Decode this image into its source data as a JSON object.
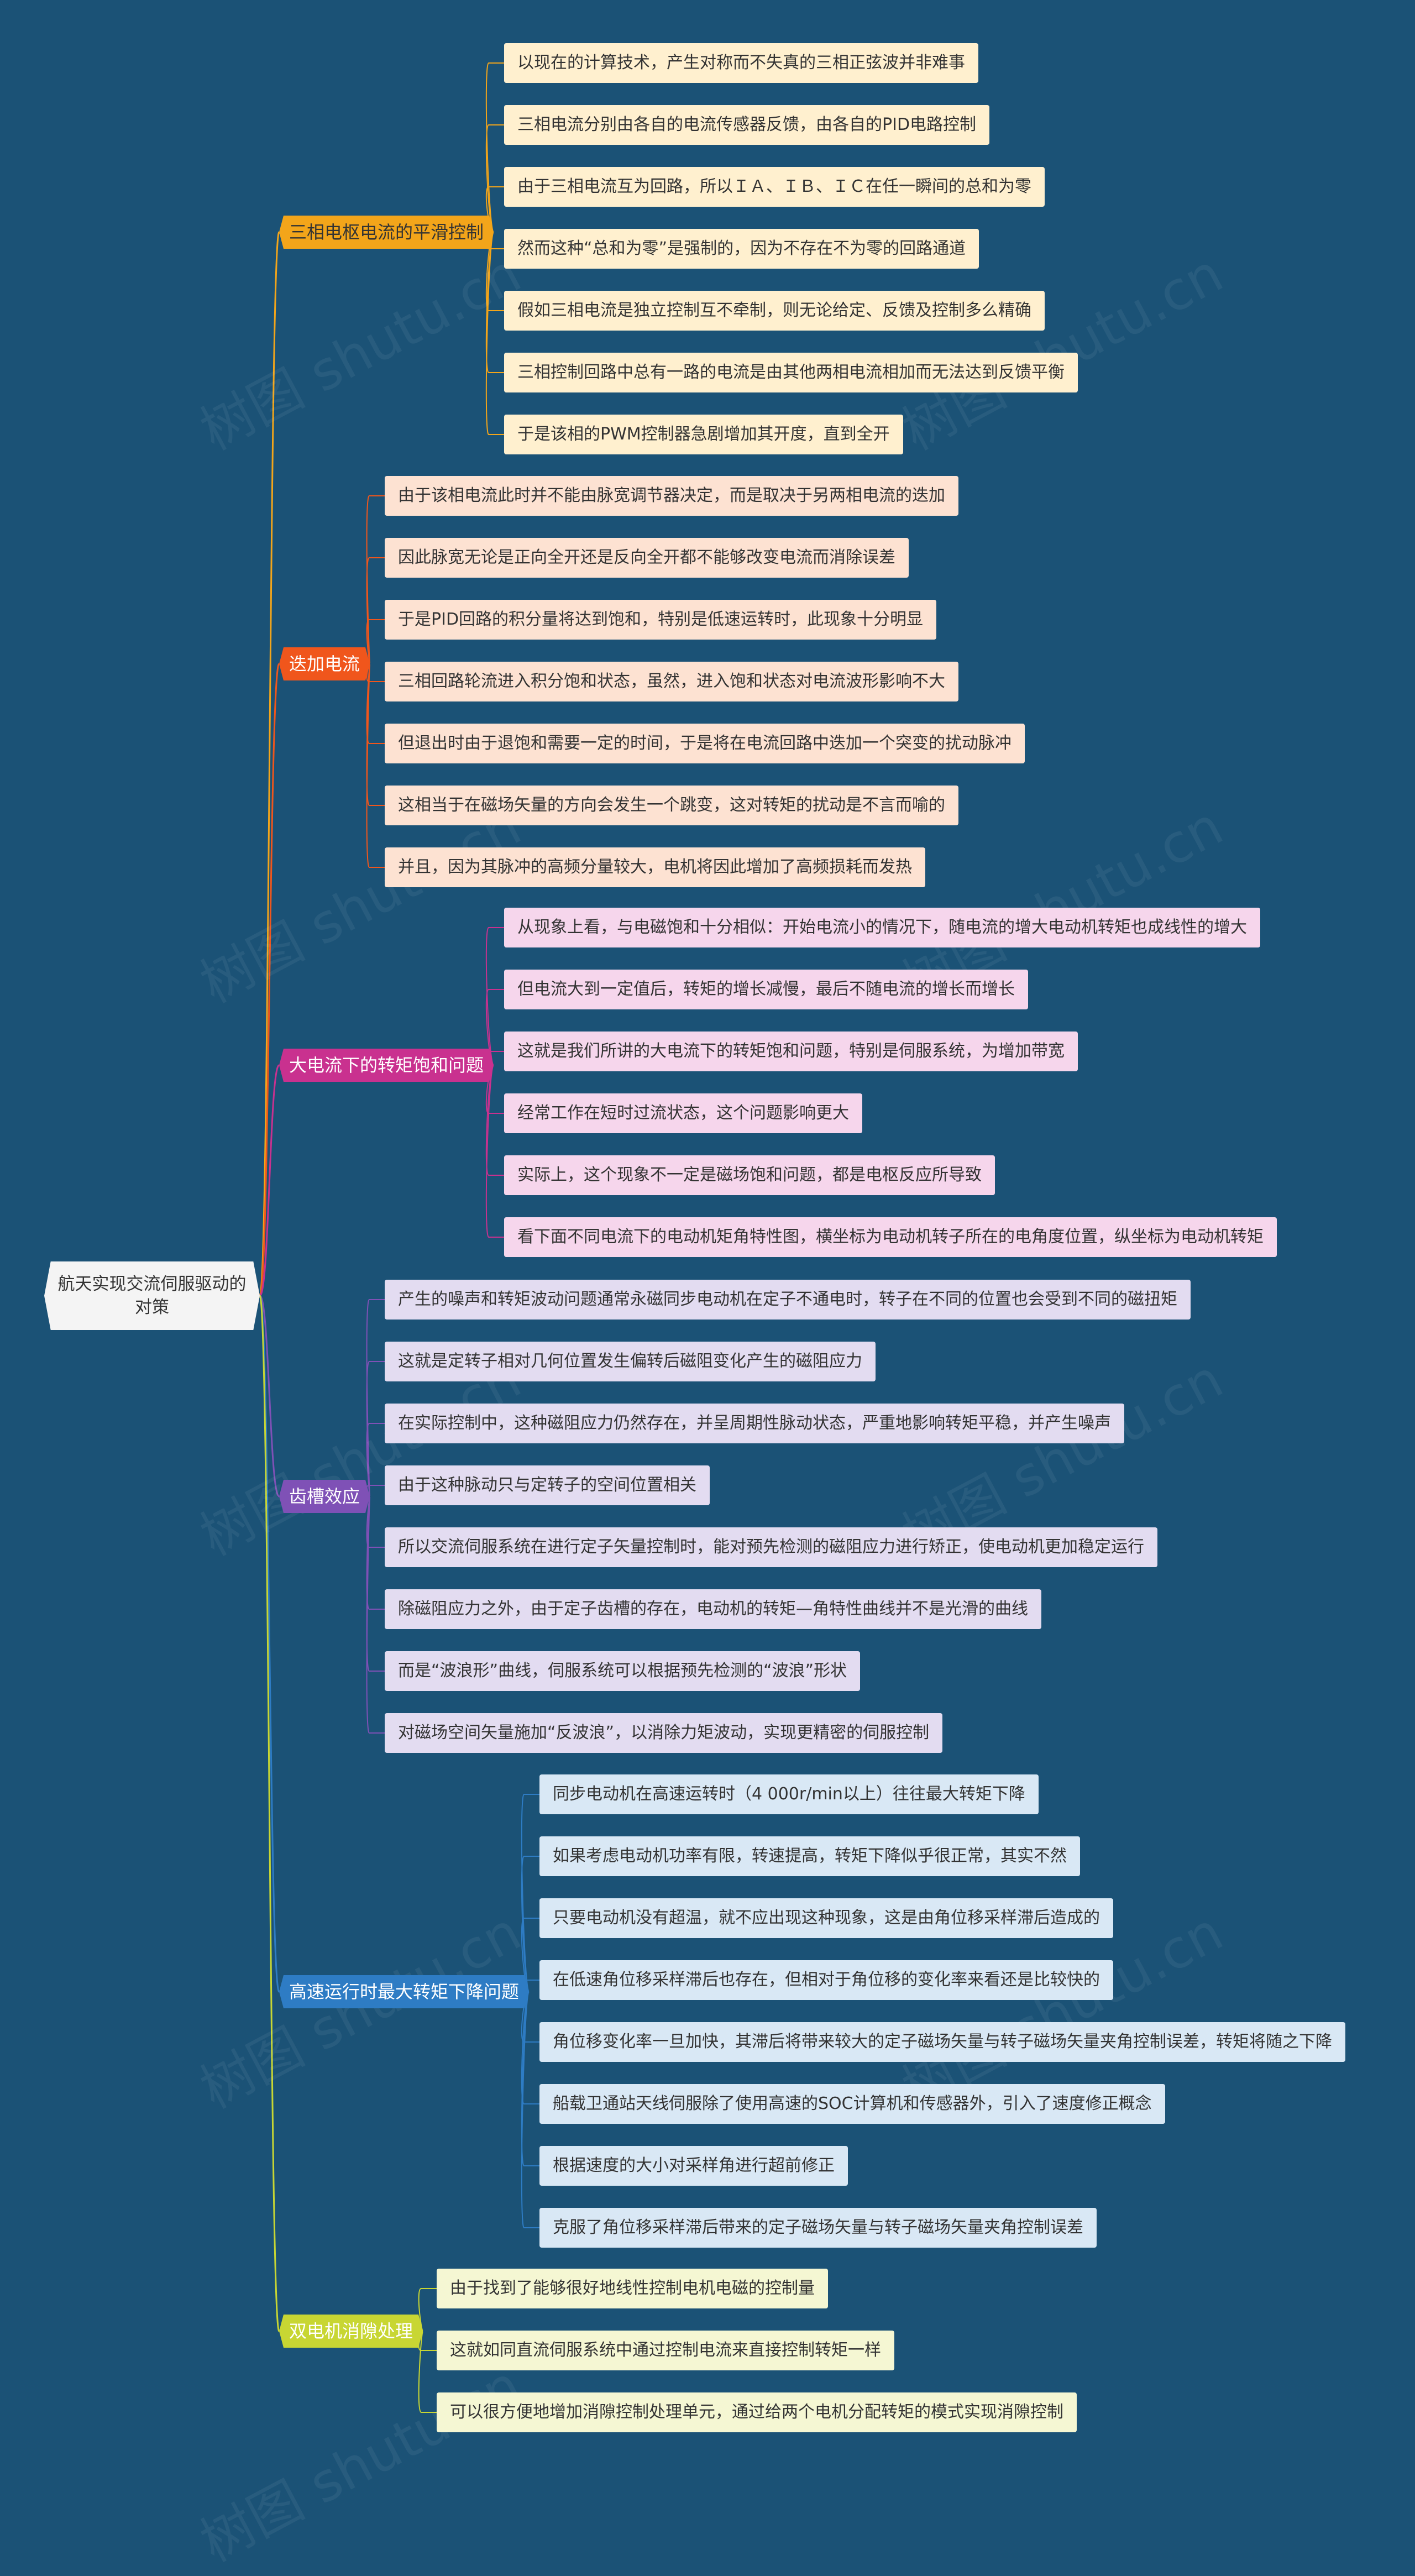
{
  "root": {
    "title": "航天实现交流伺服驱动的对策"
  },
  "watermark": "树图 shutu.cn",
  "colors": {
    "background": "#1b5276",
    "branches": [
      "#f3a51a",
      "#f0561c",
      "#c9318f",
      "#7f51b6",
      "#2e7cc4",
      "#c8d633"
    ],
    "leaves": [
      "#fff0cf",
      "#fde2d2",
      "#f6d6ec",
      "#e3dcf1",
      "#d9e8f5",
      "#f5f7d3"
    ]
  },
  "branches": [
    {
      "label": "三相电枢电流的平滑控制",
      "leaves": [
        "以现在的计算技术，产生对称而不失真的三相正弦波并非难事",
        "三相电流分别由各自的电流传感器反馈，由各自的PID电路控制",
        "由于三相电流互为回路，所以ＩＡ、ＩＢ、ＩＣ在任一瞬间的总和为零",
        "然而这种“总和为零”是强制的，因为不存在不为零的回路通道",
        "假如三相电流是独立控制互不牵制，则无论给定、反馈及控制多么精确",
        "三相控制回路中总有一路的电流是由其他两相电流相加而无法达到反馈平衡",
        "于是该相的PWM控制器急剧增加其开度，直到全开"
      ]
    },
    {
      "label": "迭加电流",
      "leaves": [
        "由于该相电流此时并不能由脉宽调节器决定，而是取决于另两相电流的迭加",
        "因此脉宽无论是正向全开还是反向全开都不能够改变电流而消除误差",
        "于是PID回路的积分量将达到饱和，特别是低速运转时，此现象十分明显",
        "三相回路轮流进入积分饱和状态，虽然，进入饱和状态对电流波形影响不大",
        "但退出时由于退饱和需要一定的时间，于是将在电流回路中迭加一个突变的扰动脉冲",
        "这相当于在磁场矢量的方向会发生一个跳变，这对转矩的扰动是不言而喻的",
        "并且，因为其脉冲的高频分量较大，电机将因此增加了高频损耗而发热"
      ]
    },
    {
      "label": "大电流下的转矩饱和问题",
      "leaves": [
        "从现象上看，与电磁饱和十分相似：开始电流小的情况下，随电流的增大电动机转矩也成线性的增大",
        "但电流大到一定值后，转矩的增长减慢，最后不随电流的增长而增长",
        "这就是我们所讲的大电流下的转矩饱和问题，特别是伺服系统，为增加带宽",
        "经常工作在短时过流状态，这个问题影响更大",
        "实际上，这个现象不一定是磁场饱和问题，都是电枢反应所导致",
        "看下面不同电流下的电动机矩角特性图，横坐标为电动机转子所在的电角度位置，纵坐标为电动机转矩"
      ]
    },
    {
      "label": "齿槽效应",
      "leaves": [
        "产生的噪声和转矩波动问题通常永磁同步电动机在定子不通电时，转子在不同的位置也会受到不同的磁扭矩",
        "这就是定转子相对几何位置发生偏转后磁阻变化产生的磁阻应力",
        "在实际控制中，这种磁阻应力仍然存在，并呈周期性脉动状态，严重地影响转矩平稳，并产生噪声",
        "由于这种脉动只与定转子的空间位置相关",
        "所以交流伺服系统在进行定子矢量控制时，能对预先检测的磁阻应力进行矫正，使电动机更加稳定运行",
        "除磁阻应力之外，由于定子齿槽的存在，电动机的转矩—角特性曲线并不是光滑的曲线",
        "而是“波浪形”曲线，伺服系统可以根据预先检测的“波浪”形状",
        "对磁场空间矢量施加“反波浪”，以消除力矩波动，实现更精密的伺服控制"
      ]
    },
    {
      "label": "高速运行时最大转矩下降问题",
      "leaves": [
        "同步电动机在高速运转时（4 000r/min以上）往往最大转矩下降",
        "如果考虑电动机功率有限，转速提高，转矩下降似乎很正常，其实不然",
        "只要电动机没有超温，就不应出现这种现象，这是由角位移采样滞后造成的",
        "在低速角位移采样滞后也存在，但相对于角位移的变化率来看还是比较快的",
        "角位移变化率一旦加快，其滞后将带来较大的定子磁场矢量与转子磁场矢量夹角控制误差，转矩将随之下降",
        "船载卫通站天线伺服除了使用高速的SOC计算机和传感器外，引入了速度修正概念",
        "根据速度的大小对采样角进行超前修正",
        "克服了角位移采样滞后带来的定子磁场矢量与转子磁场矢量夹角控制误差"
      ]
    },
    {
      "label": "双电机消隙处理",
      "leaves": [
        "由于找到了能够很好地线性控制电机电磁的控制量",
        "这就如同直流伺服系统中通过控制电流来直接控制转矩一样",
        "可以很方便地增加消隙控制处理单元，通过给两个电机分配转矩的模式实现消隙控制"
      ]
    }
  ]
}
